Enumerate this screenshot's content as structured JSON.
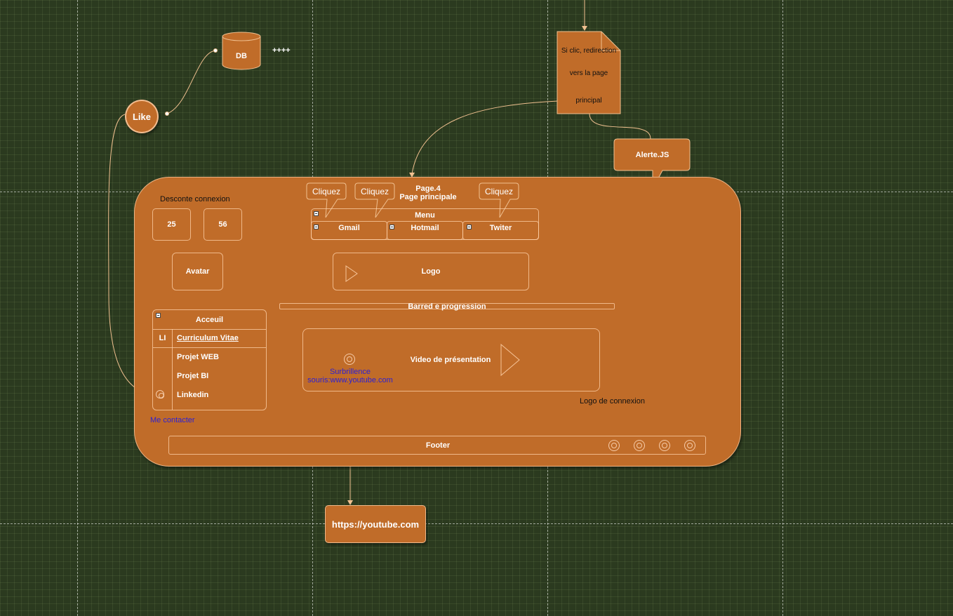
{
  "like": "Like",
  "db": {
    "label": "DB",
    "annotation": "++++"
  },
  "note": {
    "line1": "Si clic, redirection",
    "line2": "vers la page",
    "line3": "principal"
  },
  "alert": "Alerte.JS",
  "page": {
    "title_line1": "Page.4",
    "title_line2": "Page principale",
    "countdown_label": "Desconte connexion",
    "counter_a": "25",
    "counter_b": "56",
    "callouts": [
      "Cliquez",
      "Cliquez",
      "Cliquez"
    ],
    "menu": {
      "title": "Menu",
      "items": [
        "Gmail",
        "Hotmail",
        "Twiter"
      ]
    },
    "avatar": "Avatar",
    "logo": "Logo",
    "progress_label": "Barred e progression",
    "nav": {
      "title": "Acceuil",
      "marker": "LI",
      "items": [
        "Curriculum Vitae",
        "Projet WEB",
        "Projet BI",
        "Linkedin"
      ]
    },
    "contact": "Me contacter",
    "video": {
      "title": "Video de présentation",
      "hover_line1": "Surbrillence",
      "hover_line2": "souris:www.youtube.com"
    },
    "login_logo": "Logo de connexion",
    "footer": "Footer"
  },
  "youtube": "https://youtube.com",
  "colors": {
    "background": "#2b3a1f",
    "node": "#c06c29",
    "link_text": "#2a1fd6",
    "connector": "#f0c090"
  }
}
